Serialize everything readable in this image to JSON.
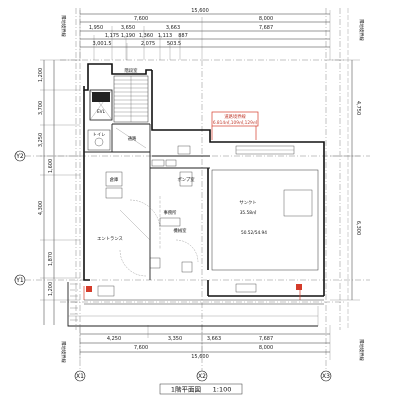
{
  "dims_top": {
    "row1": {
      "total": "15,600"
    },
    "row2": [
      "7,600",
      "8,000"
    ],
    "row3": [
      "1,950",
      "3,650",
      "3,663",
      "7,687"
    ],
    "row4": [
      "1,175",
      "1,190",
      "1,360",
      "1,113",
      "887"
    ],
    "row5": [
      "3,001.5",
      "2,075",
      "503.5"
    ]
  },
  "dims_bottom": {
    "row1": [
      "4,250",
      "3,350",
      "3,663",
      "7,687"
    ],
    "row2": [
      "7,600",
      "8,000"
    ],
    "row3": {
      "total": "15,600"
    }
  },
  "dims_left": [
    "1,200",
    "3,700",
    "3,250",
    "1,600",
    "4,300",
    "1,870",
    "1,200"
  ],
  "dims_right": [
    "4,750",
    "6,300"
  ],
  "axes": {
    "y1": "Y1",
    "y2": "Y2",
    "x1": "X1",
    "x2": "X2",
    "x3": "X3"
  },
  "rooms": {
    "evl": "EVL",
    "restaurant": "サンクト",
    "restaurant_sub1": "35.58㎡",
    "restaurant_sub2": "50.52/54.94",
    "entrance": "エントランス",
    "toilet": "トイレ",
    "corridor": "通路",
    "stair": "階段室",
    "pump": "ポンプ室",
    "storage": "倉庫",
    "office": "事務所",
    "machine": "機械室"
  },
  "notes": {
    "red_note1": "道路境界線",
    "red_note2": "6.814㎡,109㎡,129㎡",
    "right_line_label": "隣地境界線",
    "left_line_label": "隣地境界線"
  },
  "title": {
    "name": "1階平面図",
    "scale": "1:100"
  },
  "colors": {
    "red": "#d43b2a",
    "ink": "#111111"
  }
}
